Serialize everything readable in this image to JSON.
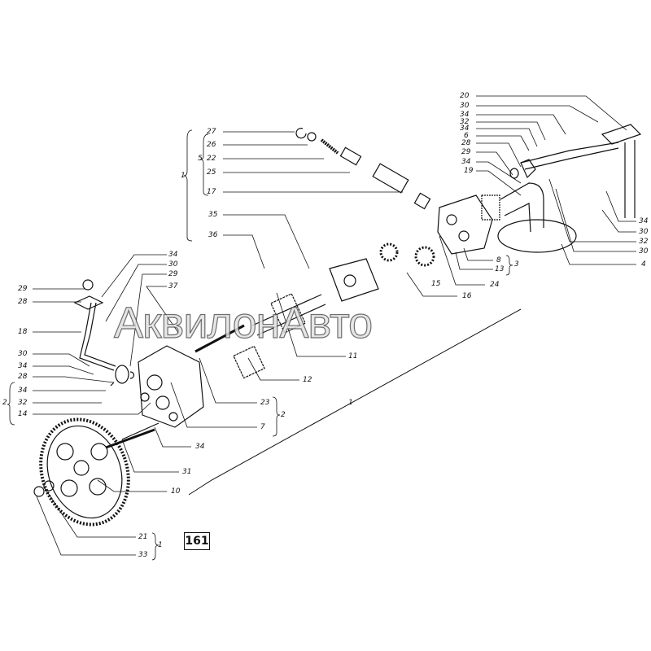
{
  "figure_number": "161",
  "watermark": "АквилонАвто",
  "callouts": [
    "27",
    "26",
    "22",
    "25",
    "17",
    "5",
    "1",
    "35",
    "36",
    "20",
    "30",
    "34",
    "32",
    "34",
    "6",
    "28",
    "29",
    "34",
    "19",
    "34",
    "30",
    "32",
    "30",
    "4",
    "8",
    "13",
    "3",
    "24",
    "16",
    "15",
    "34",
    "30",
    "29",
    "37",
    "29",
    "28",
    "18",
    "30",
    "34",
    "28",
    "34",
    "32",
    "14",
    "2",
    "11",
    "12",
    "23",
    "7",
    "2",
    "1",
    "34",
    "31",
    "10",
    "21",
    "33",
    "1"
  ]
}
